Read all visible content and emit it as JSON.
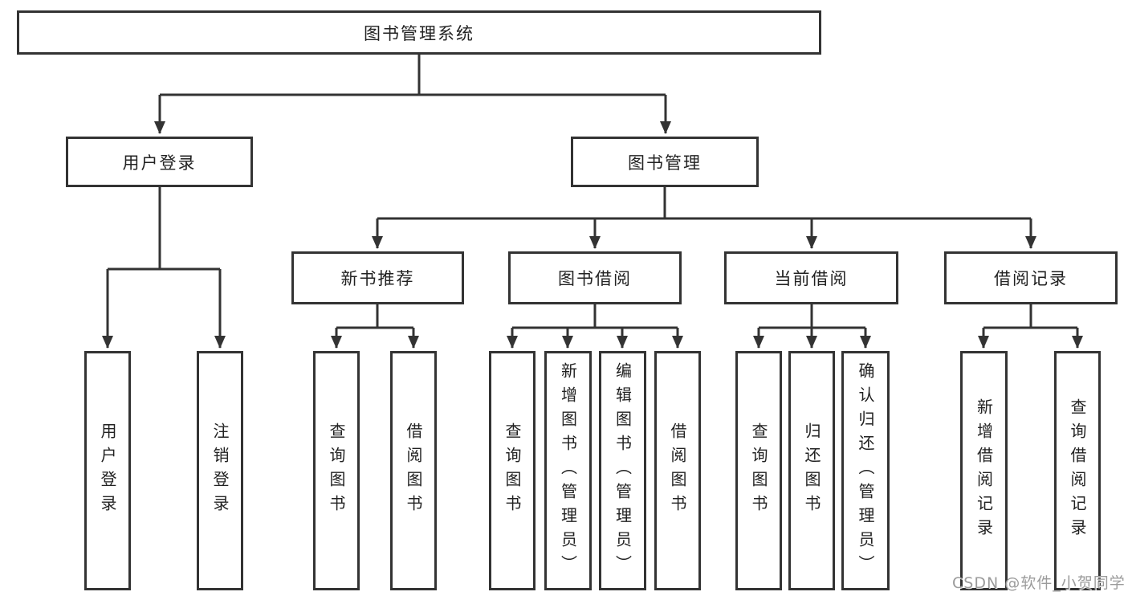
{
  "tree": {
    "label": "图书管理系统",
    "children": [
      {
        "label": "用户登录",
        "children": [
          {
            "label": "用户登录"
          },
          {
            "label": "注销登录"
          }
        ]
      },
      {
        "label": "图书管理",
        "children": [
          {
            "label": "新书推荐",
            "children": [
              {
                "label": "查询图书"
              },
              {
                "label": "借阅图书"
              }
            ]
          },
          {
            "label": "图书借阅",
            "children": [
              {
                "label": "查询图书"
              },
              {
                "label": "新增图书（管理员）"
              },
              {
                "label": "编辑图书（管理员）"
              },
              {
                "label": "借阅图书"
              }
            ]
          },
          {
            "label": "当前借阅",
            "children": [
              {
                "label": "查询图书"
              },
              {
                "label": "归还图书"
              },
              {
                "label": "确认归还（管理员）"
              }
            ]
          },
          {
            "label": "借阅记录",
            "children": [
              {
                "label": "新增借阅记录"
              },
              {
                "label": "查询借阅记录"
              }
            ]
          }
        ]
      }
    ]
  },
  "watermark": "CSDN @软件_小贺同学",
  "colors": {
    "line": "#333333",
    "box_border": "#333333",
    "text": "#222222",
    "watermark": "#9b9b9b",
    "background": "#ffffff"
  }
}
